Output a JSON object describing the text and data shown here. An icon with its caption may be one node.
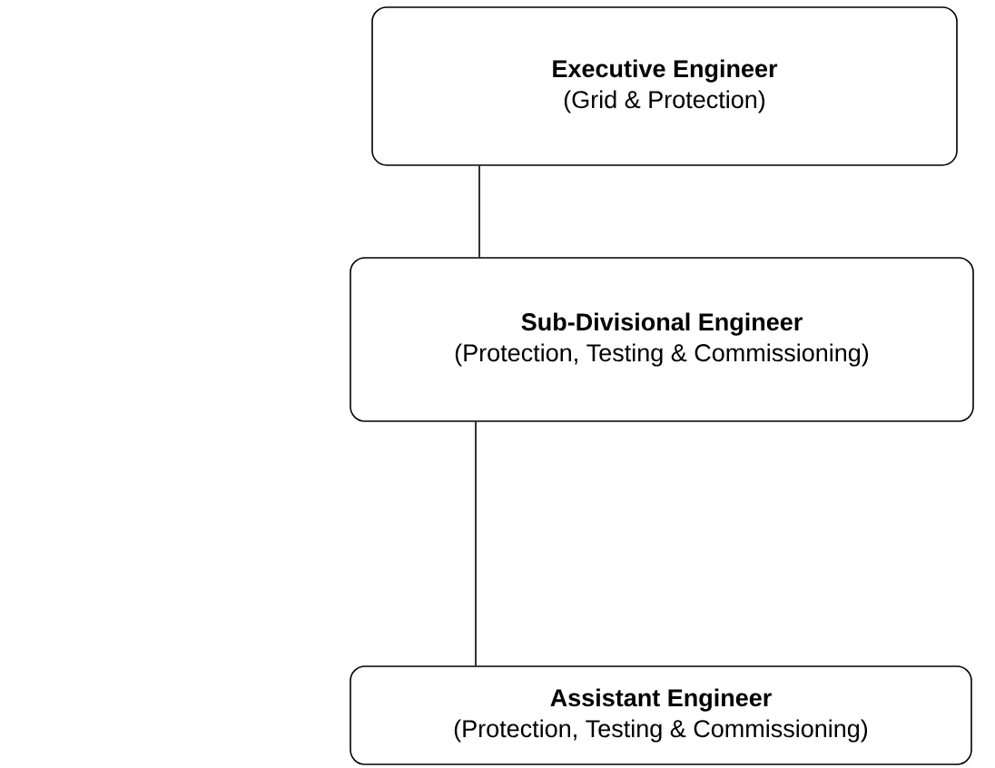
{
  "diagram": {
    "nodes": [
      {
        "text": [
          "Executive Engineer",
          "(Grid & Protection)"
        ]
      },
      {
        "text": [
          "Sub-Divisional Engineer",
          "(Protection, Testing & Commissioning)"
        ]
      },
      {
        "text": [
          "Assistant Engineer",
          "(Protection, Testing & Commissioning)"
        ]
      }
    ],
    "edges": [
      {
        "from": 0,
        "to": 1,
        "arrow": "none"
      },
      {
        "from": 1,
        "to": 2,
        "arrow": "none"
      }
    ]
  }
}
